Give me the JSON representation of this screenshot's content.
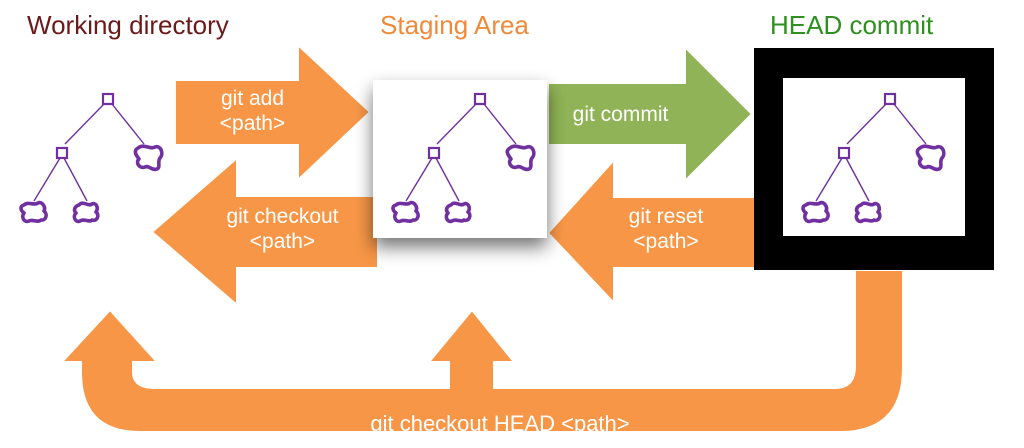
{
  "headings": {
    "working": "Working directory",
    "staging": "Staging Area",
    "head": "HEAD commit"
  },
  "arrows": {
    "git_add": {
      "line1": "git add",
      "line2": "<path>"
    },
    "git_commit": {
      "line1": "git commit"
    },
    "git_checkout": {
      "line1": "git checkout",
      "line2": "<path>"
    },
    "git_reset": {
      "line1": "git reset",
      "line2": "<path>"
    },
    "git_checkout_head": {
      "line1": "git checkout HEAD <path>"
    }
  },
  "colors": {
    "arrow_orange": "#f79646",
    "arrow_green": "#8fb356",
    "arrow_border": "#ffffff",
    "tree_purple": "#7030a0",
    "head_frame": "#000000",
    "working_heading": "#6b1a1a",
    "staging_heading": "#f08a3a",
    "head_heading": "#2f8f1f"
  }
}
